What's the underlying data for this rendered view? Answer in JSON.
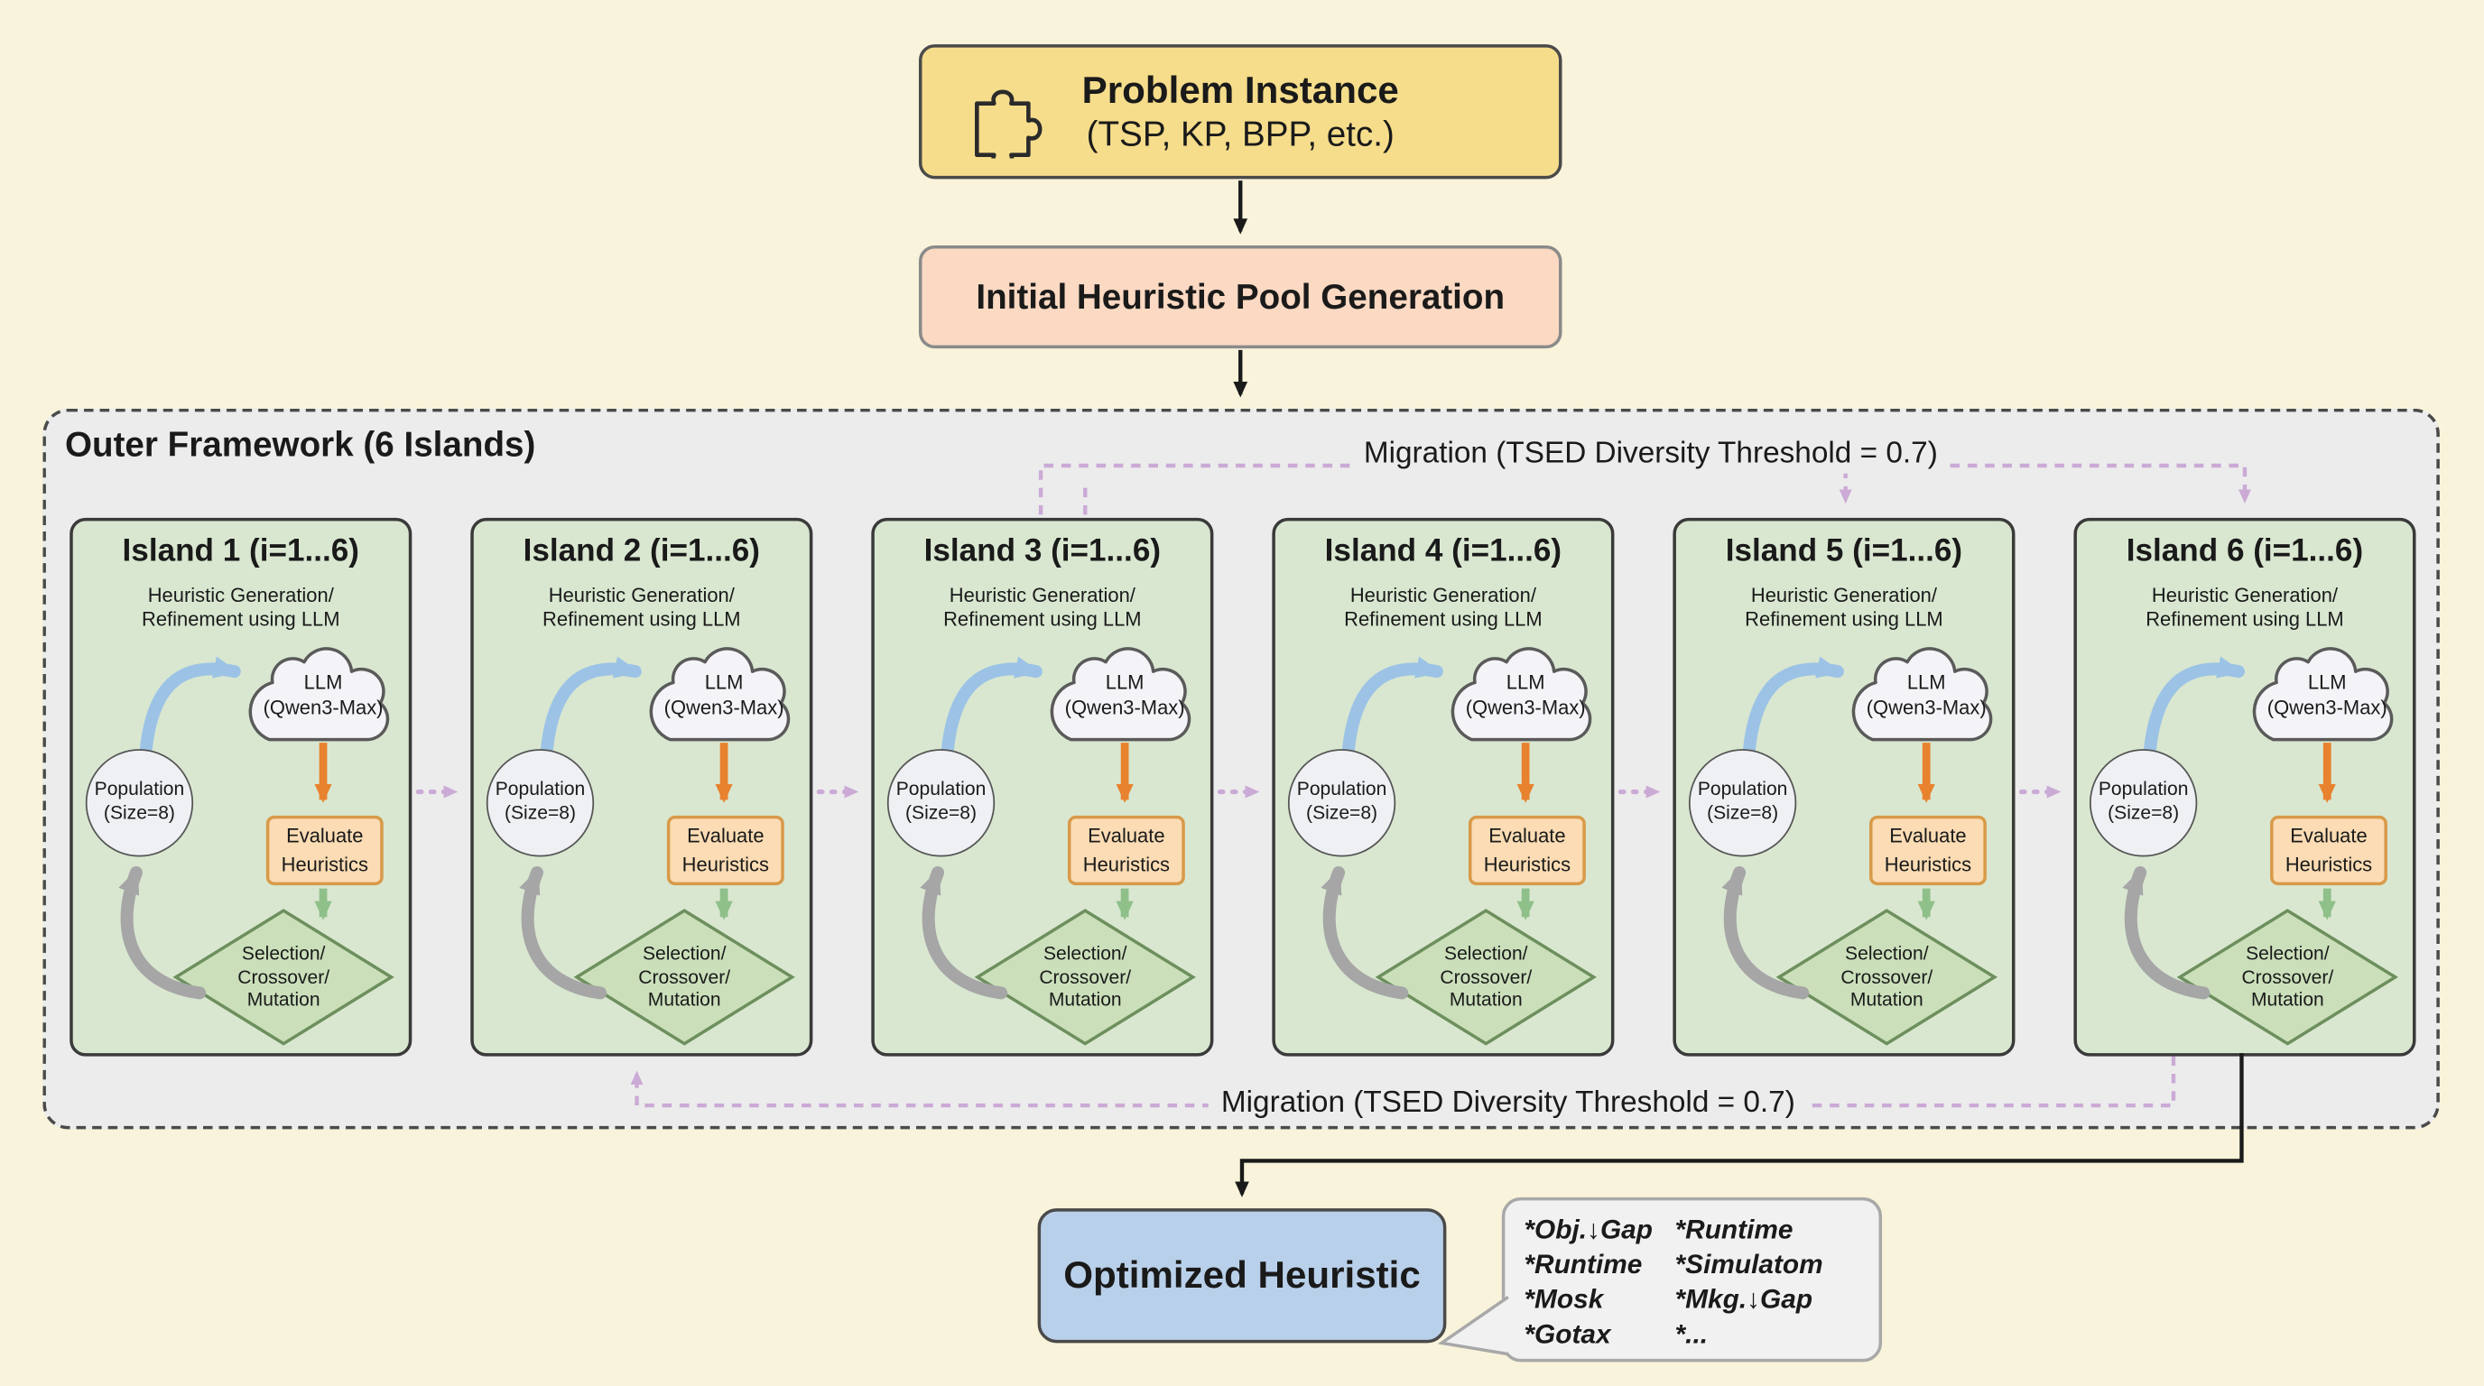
{
  "problem_instance": {
    "title": "Problem Instance",
    "subtitle": "(TSP, KP, BPP, etc.)"
  },
  "initial_pool": {
    "label": "Initial Heuristic Pool Generation"
  },
  "outer_framework": {
    "title": "Outer Framework (6 Islands)",
    "migration_top_label": "Migration (TSED Diversity Threshold = 0.7)",
    "migration_bottom_label": "Migration (TSED Diversity Threshold = 0.7)"
  },
  "island_common": {
    "heuristic_label": "Heuristic Generation/\nRefinement using LLM",
    "llm_label": "LLM\n(Qwen3-Max)",
    "population_label": "Population\n(Size=8)",
    "evaluate_label": "Evaluate\nHeuristics",
    "selection_label": "Selection/\nCrossover/\nMutation"
  },
  "islands": [
    {
      "title": "Island 1 (i=1...6)"
    },
    {
      "title": "Island 2 (i=1...6)"
    },
    {
      "title": "Island 3 (i=1...6)"
    },
    {
      "title": "Island 4 (i=1...6)"
    },
    {
      "title": "Island 5 (i=1...6)"
    },
    {
      "title": "Island 6 (i=1...6)"
    }
  ],
  "optimized_heuristic": {
    "label": "Optimized Heuristic"
  },
  "callout": {
    "left_column": [
      "*Obj.↓Gap",
      "*Runtime",
      "*Mosk",
      "*Gotax"
    ],
    "right_column": [
      "*Runtime",
      "*Simulatom",
      "*Mkg.↓Gap",
      "*..."
    ]
  },
  "colors": {
    "background": "#f8f3da",
    "problem_box": "#f6dd8b",
    "initial_box": "#fbd9c2",
    "framework_bg": "#ececec",
    "island_bg": "#d9e7d0",
    "evaluate_box": "#fbdcb4",
    "selection_diamond": "#cadfba",
    "optimized_box": "#b9d0ea",
    "migration_purple": "#cbaad6",
    "arrow_blue": "#9cc3e6",
    "arrow_gray": "#a6a6a6",
    "arrow_orange": "#e8822e",
    "arrow_green": "#8fc08a"
  }
}
